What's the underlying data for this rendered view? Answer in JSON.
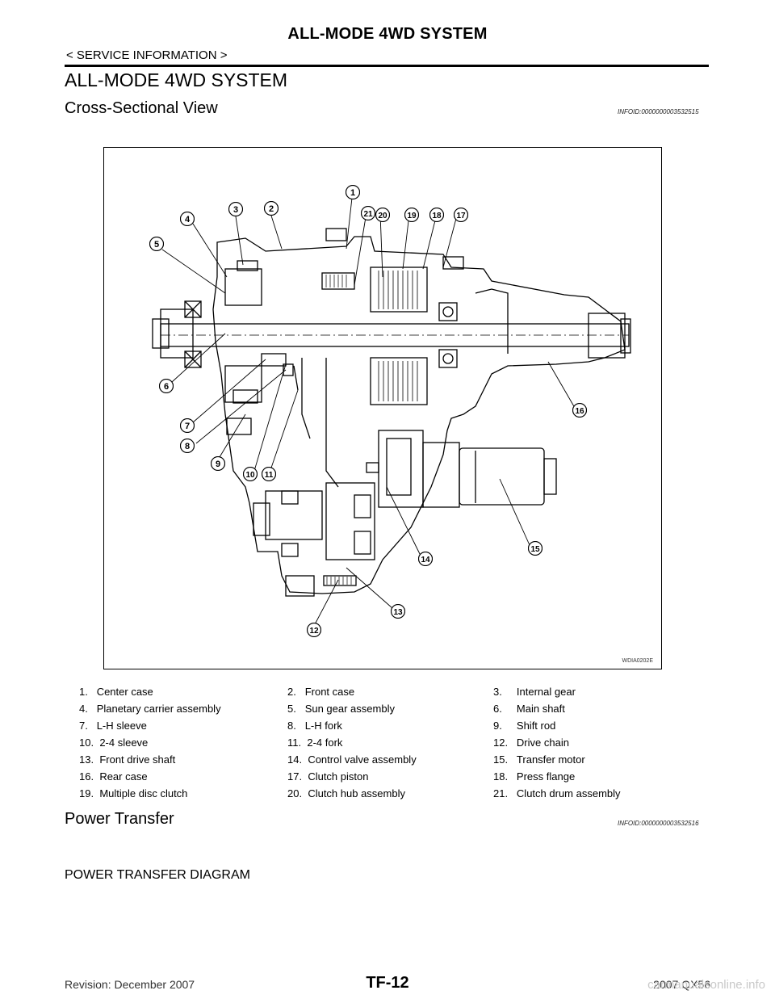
{
  "header": {
    "title": "ALL-MODE 4WD SYSTEM",
    "breadcrumb": "< SERVICE INFORMATION >"
  },
  "section": {
    "title": "ALL-MODE 4WD SYSTEM"
  },
  "cross_section": {
    "title": "Cross-Sectional View",
    "info_id": "INFOID:0000000003532515",
    "figure_code": "WDIA0202E",
    "callout_labels": [
      "1",
      "2",
      "3",
      "4",
      "5",
      "6",
      "7",
      "8",
      "9",
      "10",
      "11",
      "12",
      "13",
      "14",
      "15",
      "16",
      "17",
      "18",
      "19",
      "20",
      "21"
    ],
    "legend": [
      {
        "num": "1.",
        "label": "Center case"
      },
      {
        "num": "2.",
        "label": "Front case"
      },
      {
        "num": "3.",
        "label": "Internal gear"
      },
      {
        "num": "4.",
        "label": "Planetary carrier assembly"
      },
      {
        "num": "5.",
        "label": "Sun gear assembly"
      },
      {
        "num": "6.",
        "label": "Main shaft"
      },
      {
        "num": "7.",
        "label": "L-H sleeve"
      },
      {
        "num": "8.",
        "label": "L-H fork"
      },
      {
        "num": "9.",
        "label": "Shift rod"
      },
      {
        "num": "10.",
        "label": "2-4 sleeve"
      },
      {
        "num": "11.",
        "label": "2-4 fork"
      },
      {
        "num": "12.",
        "label": "Drive chain"
      },
      {
        "num": "13.",
        "label": "Front drive shaft"
      },
      {
        "num": "14.",
        "label": "Control valve assembly"
      },
      {
        "num": "15.",
        "label": "Transfer motor"
      },
      {
        "num": "16.",
        "label": "Rear case"
      },
      {
        "num": "17.",
        "label": "Clutch piston"
      },
      {
        "num": "18.",
        "label": "Press flange"
      },
      {
        "num": "19.",
        "label": "Multiple disc clutch"
      },
      {
        "num": "20.",
        "label": "Clutch hub assembly"
      },
      {
        "num": "21.",
        "label": "Clutch drum assembly"
      }
    ]
  },
  "power_transfer": {
    "title": "Power Transfer",
    "info_id": "INFOID:0000000003532516",
    "subheading": "POWER TRANSFER DIAGRAM"
  },
  "footer": {
    "revision": "Revision: December 2007",
    "page": "TF-12",
    "model": "2007 QX56",
    "watermark": "carmanualsonline.info"
  }
}
